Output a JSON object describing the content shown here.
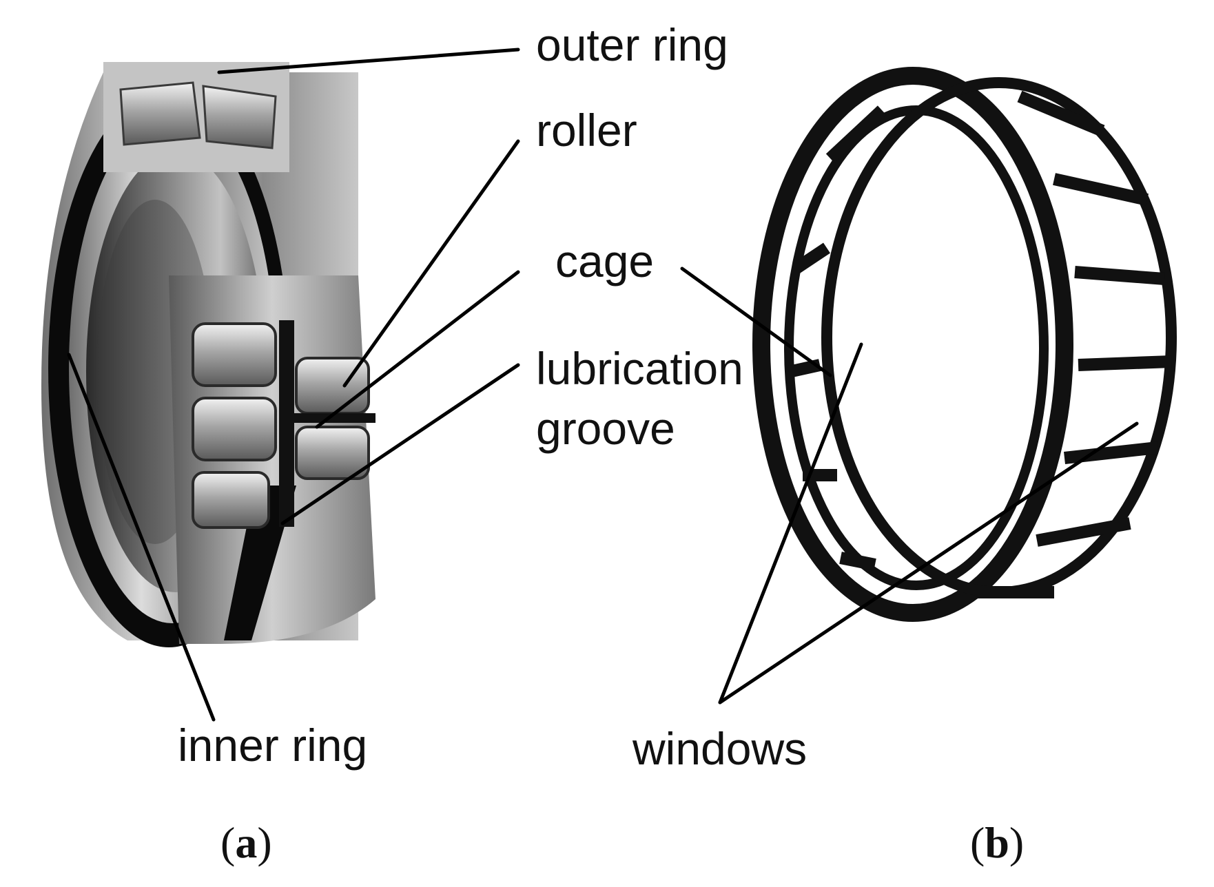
{
  "labels": {
    "outer_ring": "outer ring",
    "roller": "roller",
    "cage": "cage",
    "lubrication_groove_line1": "lubrication",
    "lubrication_groove_line2": "groove",
    "inner_ring": "inner ring",
    "windows": "windows"
  },
  "captions": {
    "a_open": "(",
    "a_letter": "a",
    "a_close": ")",
    "b_open": "(",
    "b_letter": "b",
    "b_close": ")"
  },
  "colors": {
    "steel_light": "#d8d8d8",
    "steel_mid": "#9a9a9a",
    "steel_dark": "#4a4a4a",
    "black": "#000000"
  }
}
